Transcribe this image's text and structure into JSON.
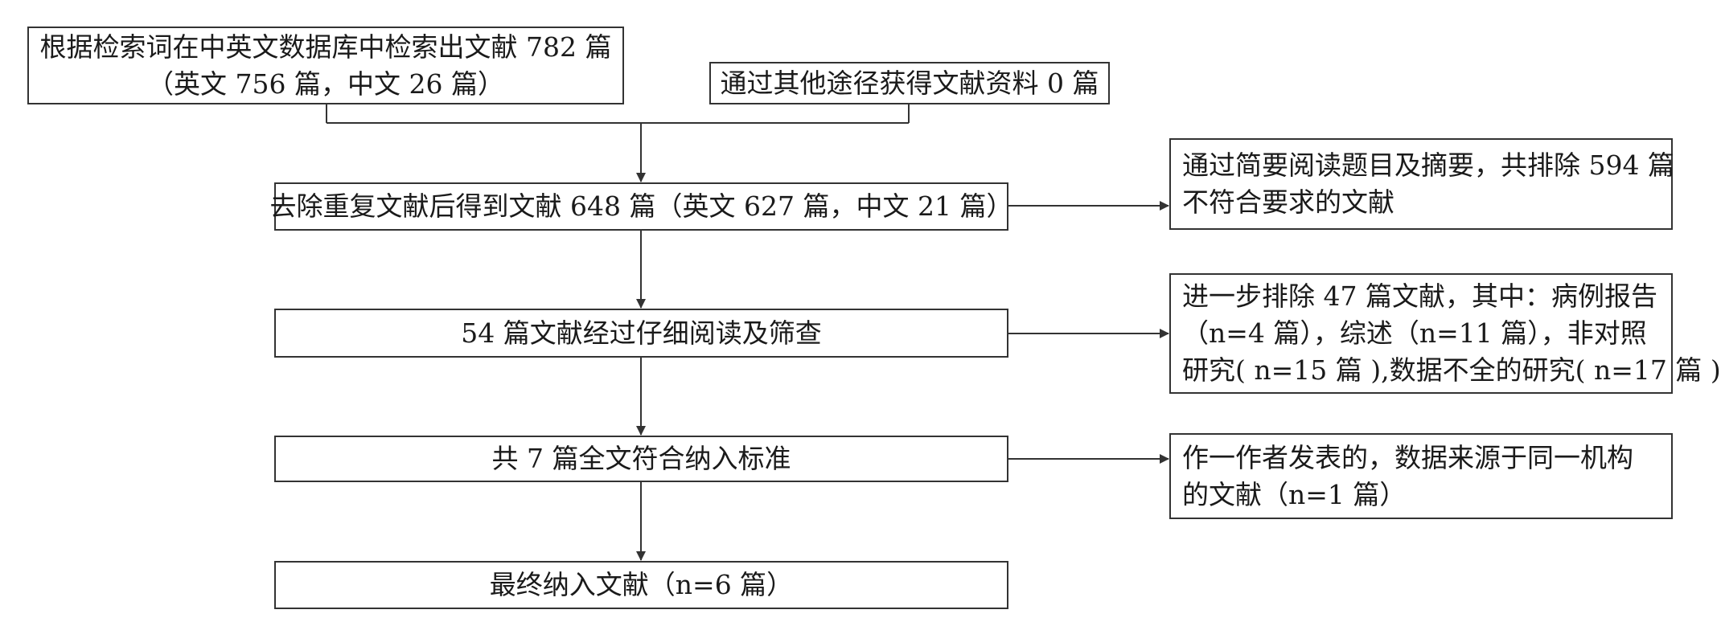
{
  "flowchart": {
    "source_db": {
      "line1": "根据检索词在中英文数据库中检索出文献 782 篇",
      "line2": "（英文 756 篇，中文 26 篇）"
    },
    "source_other": {
      "line1": "通过其他途径获得文献资料 0 篇"
    },
    "after_dedup": {
      "line1": "去除重复文献后得到文献 648 篇（英文 627 篇，中文 21 篇）"
    },
    "exclusion_abstract": {
      "line1": "通过简要阅读题目及摘要，共排除 594 篇",
      "line2": "不符合要求的文献"
    },
    "full_read": {
      "line1": "54 篇文献经过仔细阅读及筛查"
    },
    "exclusion_full": {
      "line1": "进一步排除 47 篇文献，其中：病例报告",
      "line2": "（n=4 篇），综述（n=11 篇），非对照",
      "line3": "研究( n=15 篇 ),数据不全的研究( n=17 篇 )"
    },
    "eligible": {
      "line1": "共 7 篇全文符合纳入标准"
    },
    "exclusion_same": {
      "line1": "作一作者发表的，数据来源于同一机构",
      "line2": "的文献（n=1 篇）"
    },
    "final": {
      "line1": "最终纳入文献（n=6 篇）"
    }
  }
}
